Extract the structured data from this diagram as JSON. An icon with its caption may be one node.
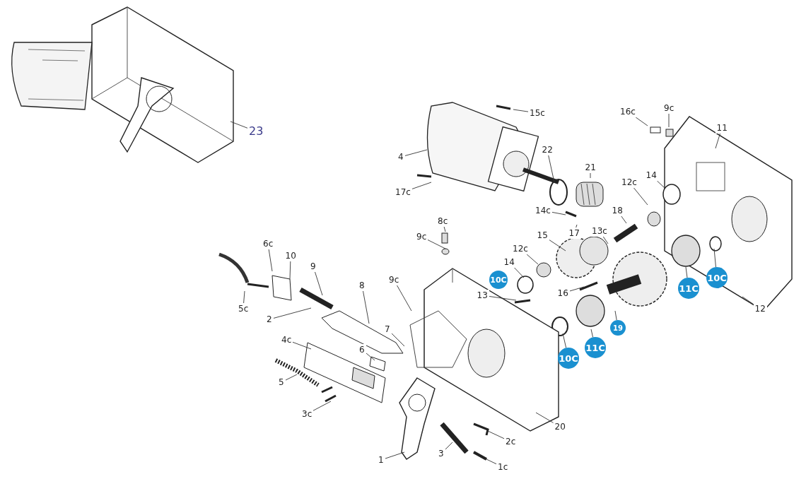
{
  "diagram": {
    "nodes": [
      {
        "text": [
          "23"
        ]
      },
      {
        "text": [
          "15c"
        ]
      },
      {
        "text": [
          "16c"
        ]
      },
      {
        "text": [
          "9c"
        ]
      },
      {
        "text": [
          "11"
        ]
      },
      {
        "text": [
          "22"
        ]
      },
      {
        "text": [
          "4"
        ]
      },
      {
        "text": [
          "21"
        ]
      },
      {
        "text": [
          "14"
        ]
      },
      {
        "text": [
          "17c"
        ]
      },
      {
        "text": [
          "12c"
        ]
      },
      {
        "text": [
          "18"
        ]
      },
      {
        "text": [
          "14c"
        ]
      },
      {
        "text": [
          "17"
        ]
      },
      {
        "text": [
          "13c"
        ]
      },
      {
        "text": [
          "8c"
        ]
      },
      {
        "text": [
          "9c"
        ]
      },
      {
        "text": [
          "6c"
        ]
      },
      {
        "text": [
          "10"
        ]
      },
      {
        "text": [
          "9"
        ]
      },
      {
        "text": [
          "15"
        ]
      },
      {
        "text": [
          "12c"
        ]
      },
      {
        "text": [
          "14"
        ]
      },
      {
        "text": [
          "10C"
        ]
      },
      {
        "text": [
          "13"
        ]
      },
      {
        "text": [
          "16"
        ]
      },
      {
        "text": [
          "11C"
        ]
      },
      {
        "text": [
          "10C"
        ]
      },
      {
        "text": [
          "5c"
        ]
      },
      {
        "text": [
          "9c"
        ]
      },
      {
        "text": [
          "8"
        ]
      },
      {
        "text": [
          "2"
        ]
      },
      {
        "text": [
          "7"
        ]
      },
      {
        "text": [
          "4c"
        ]
      },
      {
        "text": [
          "6"
        ]
      },
      {
        "text": [
          "19"
        ]
      },
      {
        "text": [
          "11C"
        ]
      },
      {
        "text": [
          "10C"
        ]
      },
      {
        "text": [
          "12"
        ]
      },
      {
        "text": [
          "5"
        ]
      },
      {
        "text": [
          "3c"
        ]
      },
      {
        "text": [
          "20"
        ]
      },
      {
        "text": [
          "2c"
        ]
      },
      {
        "text": [
          "1"
        ]
      },
      {
        "text": [
          "3"
        ]
      },
      {
        "text": [
          "1c"
        ]
      }
    ],
    "edges": [
      {
        "from": 0,
        "to": null,
        "arrow": "none"
      },
      {
        "from": 1,
        "to": null,
        "arrow": "none"
      },
      {
        "from": 2,
        "to": null,
        "arrow": "none"
      },
      {
        "from": 3,
        "to": null,
        "arrow": "none"
      },
      {
        "from": 4,
        "to": null,
        "arrow": "none"
      },
      {
        "from": 5,
        "to": null,
        "arrow": "none"
      },
      {
        "from": 6,
        "to": null,
        "arrow": "none"
      },
      {
        "from": 7,
        "to": null,
        "arrow": "none"
      },
      {
        "from": 8,
        "to": null,
        "arrow": "none"
      },
      {
        "from": 9,
        "to": null,
        "arrow": "none"
      },
      {
        "from": 10,
        "to": null,
        "arrow": "none"
      },
      {
        "from": 11,
        "to": null,
        "arrow": "none"
      },
      {
        "from": 12,
        "to": null,
        "arrow": "none"
      },
      {
        "from": 13,
        "to": null,
        "arrow": "none"
      },
      {
        "from": 14,
        "to": null,
        "arrow": "none"
      },
      {
        "from": 15,
        "to": null,
        "arrow": "none"
      },
      {
        "from": 16,
        "to": null,
        "arrow": "none"
      },
      {
        "from": 17,
        "to": null,
        "arrow": "none"
      },
      {
        "from": 18,
        "to": null,
        "arrow": "none"
      },
      {
        "from": 19,
        "to": null,
        "arrow": "none"
      },
      {
        "from": 20,
        "to": null,
        "arrow": "none"
      },
      {
        "from": 21,
        "to": null,
        "arrow": "none"
      },
      {
        "from": 22,
        "to": null,
        "arrow": "none"
      },
      {
        "from": 24,
        "to": null,
        "arrow": "none"
      },
      {
        "from": 25,
        "to": null,
        "arrow": "none"
      },
      {
        "from": 26,
        "to": null,
        "arrow": "none"
      },
      {
        "from": 27,
        "to": null,
        "arrow": "none"
      },
      {
        "from": 28,
        "to": null,
        "arrow": "none"
      },
      {
        "from": 29,
        "to": null,
        "arrow": "none"
      },
      {
        "from": 30,
        "to": null,
        "arrow": "none"
      },
      {
        "from": 31,
        "to": null,
        "arrow": "none"
      },
      {
        "from": 32,
        "to": null,
        "arrow": "none"
      },
      {
        "from": 33,
        "to": null,
        "arrow": "none"
      },
      {
        "from": 34,
        "to": null,
        "arrow": "none"
      },
      {
        "from": 35,
        "to": null,
        "arrow": "none"
      },
      {
        "from": 36,
        "to": null,
        "arrow": "none"
      },
      {
        "from": 37,
        "to": null,
        "arrow": "none"
      },
      {
        "from": 38,
        "to": null,
        "arrow": "none"
      },
      {
        "from": 39,
        "to": null,
        "arrow": "none"
      },
      {
        "from": 40,
        "to": null,
        "arrow": "none"
      },
      {
        "from": 41,
        "to": null,
        "arrow": "none"
      },
      {
        "from": 42,
        "to": null,
        "arrow": "none"
      },
      {
        "from": 43,
        "to": null,
        "arrow": "none"
      },
      {
        "from": 44,
        "to": null,
        "arrow": "none"
      },
      {
        "from": 45,
        "to": null,
        "arrow": "none"
      }
    ]
  }
}
